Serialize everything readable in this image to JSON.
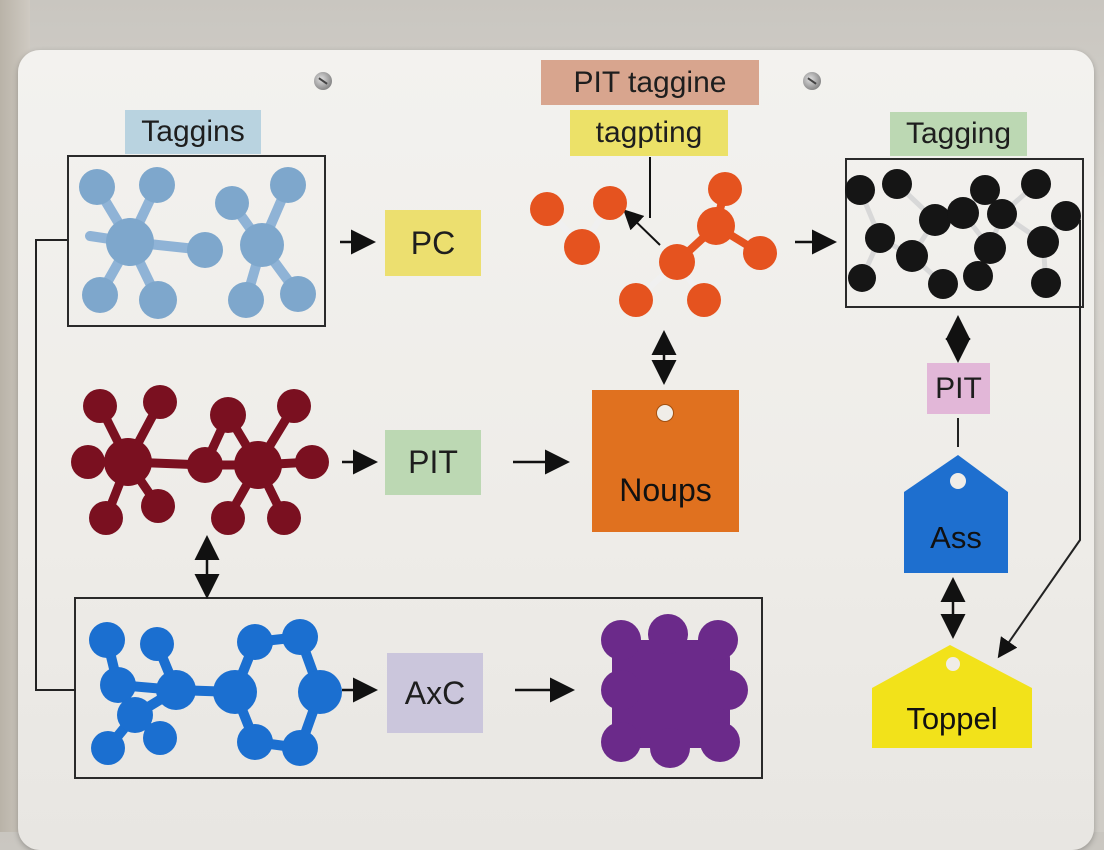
{
  "labels": {
    "taggins": "Taggins",
    "pit_taggine": "PIT taggine",
    "tagpting": "tagpting",
    "tagging": "Tagging",
    "pc": "PC",
    "pit_mid": "PIT",
    "pit_right": "PIT",
    "axc": "AxC",
    "noups": "Noups",
    "ass": "Ass",
    "toppel": "Toppel"
  },
  "colors": {
    "blue_light": "#7ea7cc",
    "orange": "#e5531f",
    "black": "#151515",
    "maroon": "#7a1020",
    "blue": "#1b6fd0",
    "purple": "#6b2a8a",
    "noups_orange": "#e0711f",
    "ass_blue": "#1e6fcf",
    "toppel_yellow": "#f2e21a"
  }
}
